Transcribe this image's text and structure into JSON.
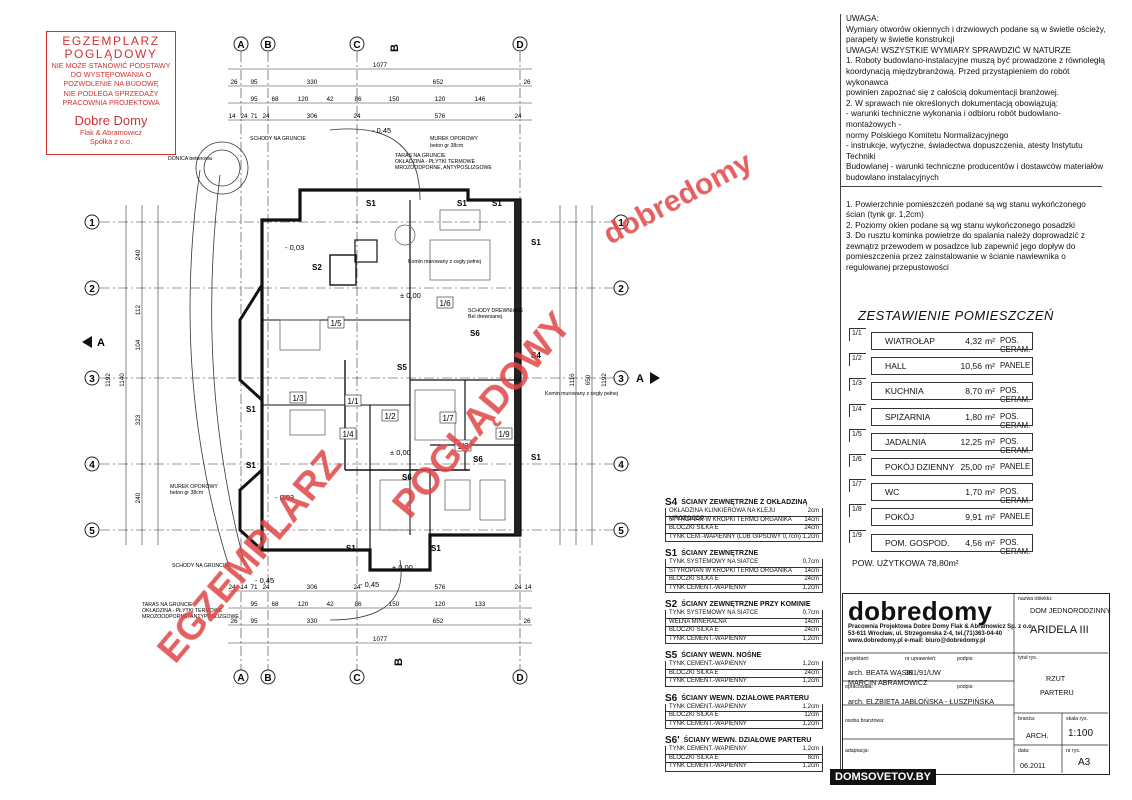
{
  "stamp": {
    "line1": "EGZEMPLARZ",
    "line2": "POGLĄDOWY",
    "line3": "NIE MOŻE STANOWIĆ PODSTAWY",
    "line4": "DO WYSTĘPOWANIA O",
    "line5": "POZWOLENIE NA BUDOWĘ",
    "line6": "NIE PODLEGA SPRZEDAŻY",
    "line7": "PRACOWNIA PROJEKTOWA",
    "brand": "Dobre Domy",
    "line8": "Flak & Abramowicz",
    "line9": "Spółka z o.o."
  },
  "notes": {
    "n1": "UWAGA:",
    "n2": "Wymiary otworów okiennych i drzwiowych podane są w świetle ościeży,",
    "n3": "parapety w świetle konstrukcji",
    "n4": "UWAGA! WSZYSTKIE WYMIARY SPRAWDZIĆ W NATURZE",
    "n5": "1. Roboty budowlano-instalacyjne muszą być prowadzone z równoległą",
    "n6": "koordynacją międzybranżową. Przed przystąpieniem do robót wykonawca",
    "n7": "powinien zapoznać się z całością dokumentacji branżowej.",
    "n8": "2. W sprawach nie określonych dokumentacją obowiązują:",
    "n9": "- warunki techniczne wykonania i odbioru robót budowlano-montażowych -",
    "n10": "normy Polskiego Komitetu Normalizacyjnego",
    "n11": "- instrukcje, wytyczne, świadectwa dopuszczenia, atesty Instytutu Techniki",
    "n12": "Budowlanej - warunki techniczne producentów i dostawców materiałów",
    "n13": "budowlano instalacyjnych",
    "n14": "1. Powierzchnie pomieszczeń podane są wg stanu wykończonego",
    "n15": "ścian (tynk gr. 1,2cm)",
    "n16": "2. Poziomy okien podane są wg stanu wykończonego posadzki",
    "n17": "3. Do rusztu kominka powietrze do spalania należy doprowadzić z",
    "n18": "zewnątrz przewodem w posadzce lub zapewnić jego dopływ do",
    "n19": "pomieszczenia przez zainstalowanie w ścianie nawiewnika o",
    "n20": "regulowanej przepustowości"
  },
  "rooms_title": "ZESTAWIENIE POMIESZCZEŃ",
  "rooms": [
    {
      "num": "1/1",
      "name": "WIATROŁAP",
      "area": "4,32",
      "unit": "m²",
      "floor": "POS. CERAM."
    },
    {
      "num": "1/2",
      "name": "HALL",
      "area": "10,56",
      "unit": "m²",
      "floor": "PANELE"
    },
    {
      "num": "1/3",
      "name": "KUCHNIA",
      "area": "8,70",
      "unit": "m²",
      "floor": "POS. CERAM."
    },
    {
      "num": "1/4",
      "name": "SPIŻARNIA",
      "area": "1,80",
      "unit": "m²",
      "floor": "POS. CERAM."
    },
    {
      "num": "1/5",
      "name": "JADALNIA",
      "area": "12,25",
      "unit": "m²",
      "floor": "POS. CERAM."
    },
    {
      "num": "1/6",
      "name": "POKÓJ DZIENNY",
      "area": "25,00",
      "unit": "m²",
      "floor": "PANELE"
    },
    {
      "num": "1/7",
      "name": "WC",
      "area": "1,70",
      "unit": "m²",
      "floor": "POS. CERAM."
    },
    {
      "num": "1/8",
      "name": "POKÓJ",
      "area": "9,91",
      "unit": "m²",
      "floor": "PANELE"
    },
    {
      "num": "1/9",
      "name": "POM. GOSPOD.",
      "area": "4,56",
      "unit": "m²",
      "floor": "POS. CERAM."
    }
  ],
  "area_total": "POW. UŻYTKOWA 78,80m²",
  "title_block": {
    "logo": "dobredomy",
    "addr1": "Pracownia Projektowa Dobre Domy Flak & Abramowicz Sp. z o.o.",
    "addr2": "53-611 Wrocław, ul. Strzegomska 2-4, tel.(71)363-04-40",
    "addr3": "www.dobredomy.pl   e-mail: biuro@dobredomy.pl",
    "label_obiekt": "nazwa obiektu:",
    "obiekt": "DOM JEDNORODZINNY",
    "projekt": "ARIDELA III",
    "label_projektant": "projektant:",
    "label_uprawnien": "nr uprawnień:",
    "label_podpis": "podpis:",
    "projektant1": "arch. BEATA WĄSIK",
    "uprawnienia": "391/91/UW",
    "projektant2": "MARCIN ABRAMOWICZ",
    "label_opracowal": "opracowała:",
    "label_podpis2": "podpis:",
    "opracowal": "arch. ELŻBIETA JABŁOŃSKA - ŁUSZPIŃSKA",
    "label_tytul": "tytuł rys.",
    "tytul1": "RZUT",
    "tytul2": "PARTERU",
    "label_branza": "branża:",
    "branza": "ARCH.",
    "label_skala": "skala rys.",
    "skala": "1:100",
    "label_adaptacja": "adaptacja:",
    "label_data": "data:",
    "data": "06.2011",
    "label_nr": "nr rys.",
    "nr": "A3",
    "label_osoba": "osoba branżowa:"
  },
  "legend": [
    {
      "code": "S4",
      "title": "ŚCIANY ZEWNĘTRZNE Z OKŁADZINĄ",
      "rows": [
        [
          "OKŁADZINA KLINKIEROWA NA KLEJU MROZOODP.",
          "2cm"
        ],
        [
          "STYROPIAN W KROPKI TERMO ORGANIKA",
          "14cm"
        ],
        [
          "BLOCZKI SILKA E",
          "24cm"
        ],
        [
          "TYNK CEM.-WAPIENNY (LUB GIPSOWY 0,7cm)",
          "1,2cm"
        ]
      ]
    },
    {
      "code": "S1",
      "title": "ŚCIANY ZEWNĘTRZNE",
      "rows": [
        [
          "TYNK SYSTEMOWY NA SIATCE",
          "0,7cm"
        ],
        [
          "STYROPIAN W KROPKI TERMO ORGANIKA",
          "14cm"
        ],
        [
          "BLOCZKI SILKA E",
          "24cm"
        ],
        [
          "TYNK CEMENT.-WAPIENNY",
          "1,2cm"
        ]
      ]
    },
    {
      "code": "S2",
      "title": "ŚCIANY ZEWNĘTRZNE PRZY KOMINIE",
      "rows": [
        [
          "TYNK SYSTEMOWY NA SIATCE",
          "0,7cm"
        ],
        [
          "WEŁNA MINERALNA",
          "14cm"
        ],
        [
          "BLOCZKI SILKA E",
          "24cm"
        ],
        [
          "TYNK CEMENT.-WAPIENNY",
          "1,2cm"
        ]
      ]
    },
    {
      "code": "S5",
      "title": "ŚCIANY WEWN. NOŚNE",
      "rows": [
        [
          "TYNK CEMENT.-WAPIENNY",
          "1,2cm"
        ],
        [
          "BLOCZKI SILKA E",
          "24cm"
        ],
        [
          "TYNK CEMENT.-WAPIENNY",
          "1,2cm"
        ]
      ]
    },
    {
      "code": "S6",
      "title": "ŚCIANY WEWN. DZIAŁOWE PARTERU",
      "rows": [
        [
          "TYNK CEMENT.-WAPIENNY",
          "1,2cm"
        ],
        [
          "BLOCZKI SILKA E",
          "12cm"
        ],
        [
          "TYNK CEMENT.-WAPIENNY",
          "1,2cm"
        ]
      ]
    },
    {
      "code": "S6'",
      "title": "ŚCIANY WEWN. DZIAŁOWE PARTERU",
      "rows": [
        [
          "TYNK CEMENT.-WAPIENNY",
          "1,2cm"
        ],
        [
          "BLOCZKI SILKA E",
          "8cm"
        ],
        [
          "TYNK CEMENT.-WAPIENNY",
          "1,2cm"
        ]
      ]
    }
  ],
  "plan": {
    "col_labels": [
      "A",
      "B",
      "C",
      "D"
    ],
    "row_labels": [
      "1",
      "2",
      "3",
      "4",
      "5"
    ],
    "section_a": "A",
    "section_b": "B",
    "dim_top_total": "1077",
    "dim_top_a": [
      "26",
      "95",
      "330",
      "652",
      "26"
    ],
    "dim_top_b": [
      "95",
      "68",
      "120",
      "42",
      "86",
      "150",
      "120",
      "146"
    ],
    "dim_top_c": [
      "14",
      "24",
      "71",
      "24",
      "306",
      "24",
      "576",
      "24"
    ],
    "dim_bottom_a": [
      "24",
      "14",
      "71",
      "24",
      "306",
      "24",
      "576",
      "24",
      "14"
    ],
    "dim_bottom_b": [
      "95",
      "68",
      "120",
      "42",
      "86",
      "150",
      "120",
      "133"
    ],
    "dim_bottom_c": [
      "26",
      "95",
      "330",
      "652",
      "26"
    ],
    "dim_bottom_total": "1077",
    "dim_left_total": "1192",
    "dim_left_mid": "1140",
    "dim_right": "1116",
    "dim_right_total": "1192",
    "dim_right_mid": "650",
    "dim_left": [
      "240",
      "112",
      "104",
      "323",
      "240"
    ],
    "level_main": "± 0,00",
    "level_step": "- 0,45",
    "level_terr": "- 0,03",
    "room_labels": [
      "1/1",
      "1/2",
      "1/3",
      "1/4",
      "1/5",
      "1/6",
      "1/7",
      "1/8",
      "1/9"
    ],
    "wall_tags": [
      "S1",
      "S2",
      "S4",
      "S5",
      "S6"
    ],
    "notes_plan": [
      "SCHODY NA GRUNCIE",
      "MUREK OPOROWY",
      "beton gr 38cm",
      "TARAS NA GRUNCIE",
      "OKŁADZINA - PŁYTKI TERMOWE",
      "MROZOODPORNE, ANTYPOŚLIZGOWE",
      "DONICA betonowa",
      "Komin murowany z cegły pełnej",
      "SCHODY DREWNIANE",
      "Bel drewnianej"
    ]
  },
  "watermark_site": "DOMSOVETOV.BY"
}
